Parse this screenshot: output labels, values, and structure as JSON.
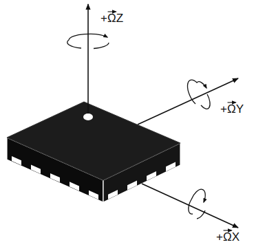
{
  "diagram": {
    "labels": [
      "+ΩZ",
      "+ΩY",
      "+ΩX"
    ]
  }
}
